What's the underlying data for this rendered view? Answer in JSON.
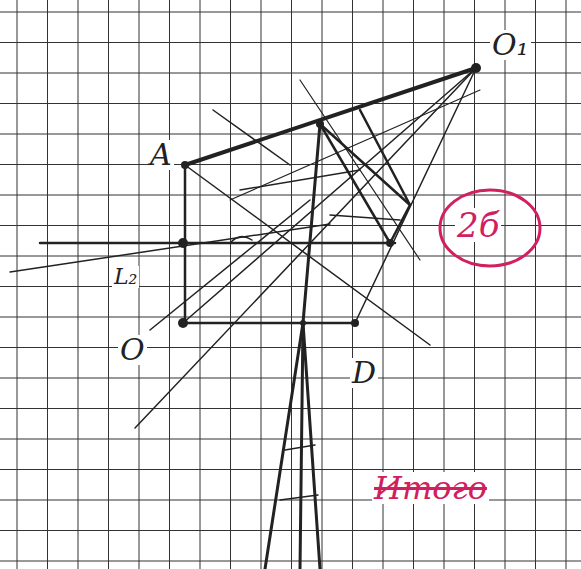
{
  "diagram": {
    "labels": [
      "O₁",
      "A",
      "L₂",
      "O",
      "D",
      "2б",
      "Итого"
    ]
  }
}
